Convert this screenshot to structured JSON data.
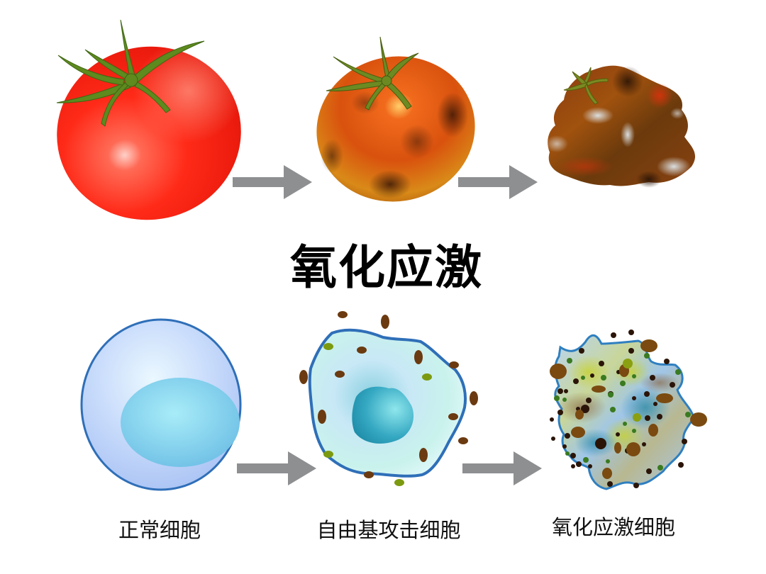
{
  "title": "氧化应激",
  "colors": {
    "arrow": "#8e8f91",
    "tomato_fresh": "#f0231a",
    "tomato_aging": "#c8541c",
    "tomato_rotten": "#7a3a12",
    "cell_membrane": "#2f6fb8",
    "cell_cytoplasm": "#c9dcfb",
    "nucleus_normal": "#8fd9ef",
    "nucleus_attacked": "#2aa2b8",
    "free_radical_brown": "#6b3a10",
    "free_radical_green": "#7c9a10"
  },
  "tomato_row": {
    "stages": [
      {
        "id": "fresh",
        "name": "fresh-tomato"
      },
      {
        "id": "aging",
        "name": "spotted-tomato"
      },
      {
        "id": "rotten",
        "name": "rotten-tomato"
      }
    ]
  },
  "cell_row": {
    "stages": [
      {
        "id": "normal",
        "label": "正常细胞"
      },
      {
        "id": "attacked",
        "label": "自由基攻击细胞"
      },
      {
        "id": "stressed",
        "label": "氧化应激细胞"
      }
    ]
  },
  "icons": {
    "arrow": "right-arrow-icon"
  }
}
